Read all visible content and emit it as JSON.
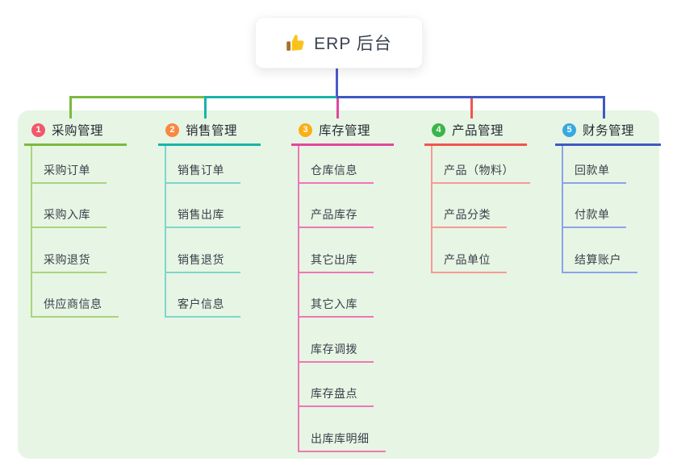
{
  "root": {
    "title": "ERP 后台",
    "icon": "thumbs-up-icon",
    "icon_colors": {
      "hand": "#fcc21b",
      "cuff": "#a9702c"
    },
    "line_color": "#4c5ac9"
  },
  "panel": {
    "background": "#e7f5e4"
  },
  "branches": [
    {
      "index": "1",
      "title": "采购管理",
      "badge_color": "#f0596b",
      "line_color": "#7cb93f",
      "child_line_color": "#a9d47d",
      "children": [
        "采购订单",
        "采购入库",
        "采购退货",
        "供应商信息"
      ]
    },
    {
      "index": "2",
      "title": "销售管理",
      "badge_color": "#f8883f",
      "line_color": "#17b5a8",
      "child_line_color": "#7dd6cc",
      "children": [
        "销售订单",
        "销售出库",
        "销售退货",
        "客户信息"
      ]
    },
    {
      "index": "3",
      "title": "库存管理",
      "badge_color": "#fbae17",
      "line_color": "#e2479e",
      "child_line_color": "#ee77b6",
      "children": [
        "仓库信息",
        "产品库存",
        "其它出库",
        "其它入库",
        "库存调拨",
        "库存盘点",
        "出库库明细"
      ]
    },
    {
      "index": "4",
      "title": "产品管理",
      "badge_color": "#3bb54a",
      "line_color": "#f2544e",
      "child_line_color": "#f69b96",
      "children": [
        "产品（物料）",
        "产品分类",
        "产品单位"
      ]
    },
    {
      "index": "5",
      "title": "财务管理",
      "badge_color": "#38a9e0",
      "line_color": "#3f58c4",
      "child_line_color": "#8aa4e6",
      "children": [
        "回款单",
        "付款单",
        "结算账户"
      ]
    }
  ]
}
